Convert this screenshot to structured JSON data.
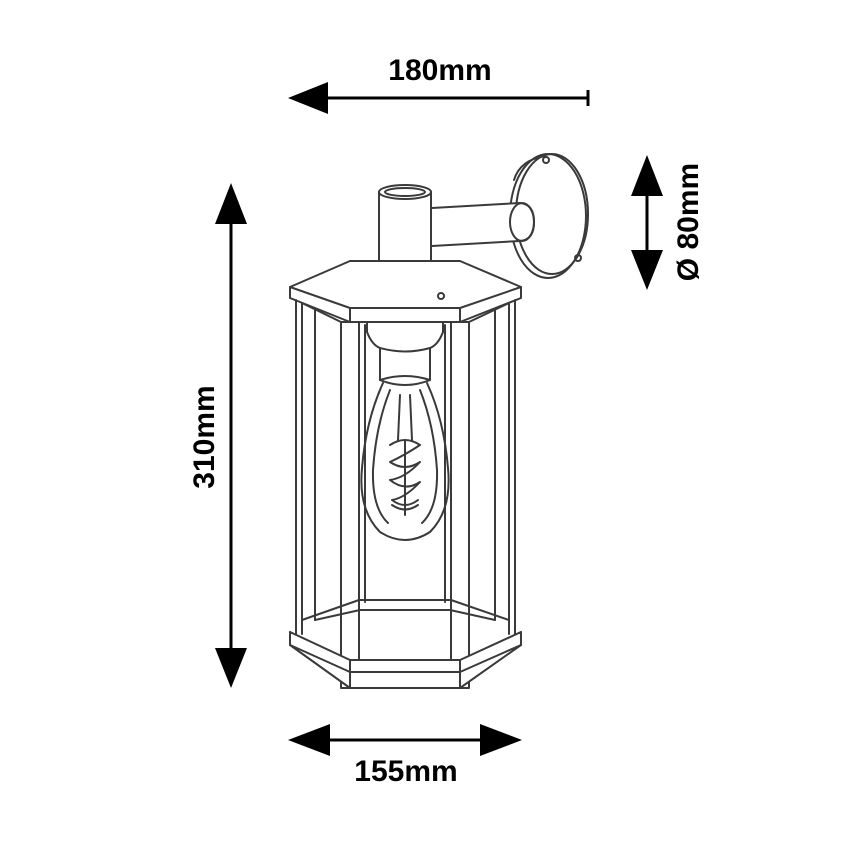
{
  "dimensions": {
    "width_top": "180mm",
    "height": "310mm",
    "mount_diameter": "Ø 80mm",
    "width_bottom": "155mm"
  },
  "colors": {
    "line": "#000000",
    "sketch": "#3a3a3a",
    "background": "#ffffff"
  }
}
